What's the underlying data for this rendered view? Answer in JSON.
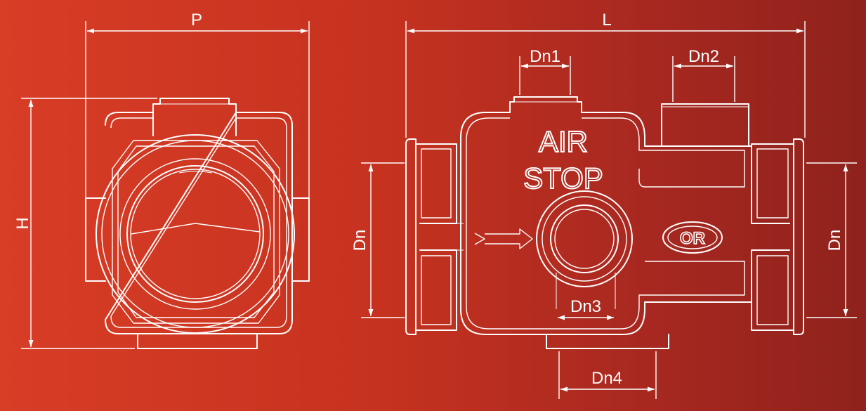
{
  "dimensions": {
    "P": "P",
    "H": "H",
    "L": "L",
    "Dn1": "Dn1",
    "Dn2": "Dn2",
    "Dn3": "Dn3",
    "Dn4": "Dn4",
    "Dn_left": "Dn",
    "Dn_right": "Dn"
  },
  "product": {
    "line1": "AIR",
    "line2": "STOP",
    "logo": "OR"
  },
  "colors": {
    "background_left": "#d83d26",
    "background_right": "#8f221c",
    "line": "#ffffff"
  }
}
